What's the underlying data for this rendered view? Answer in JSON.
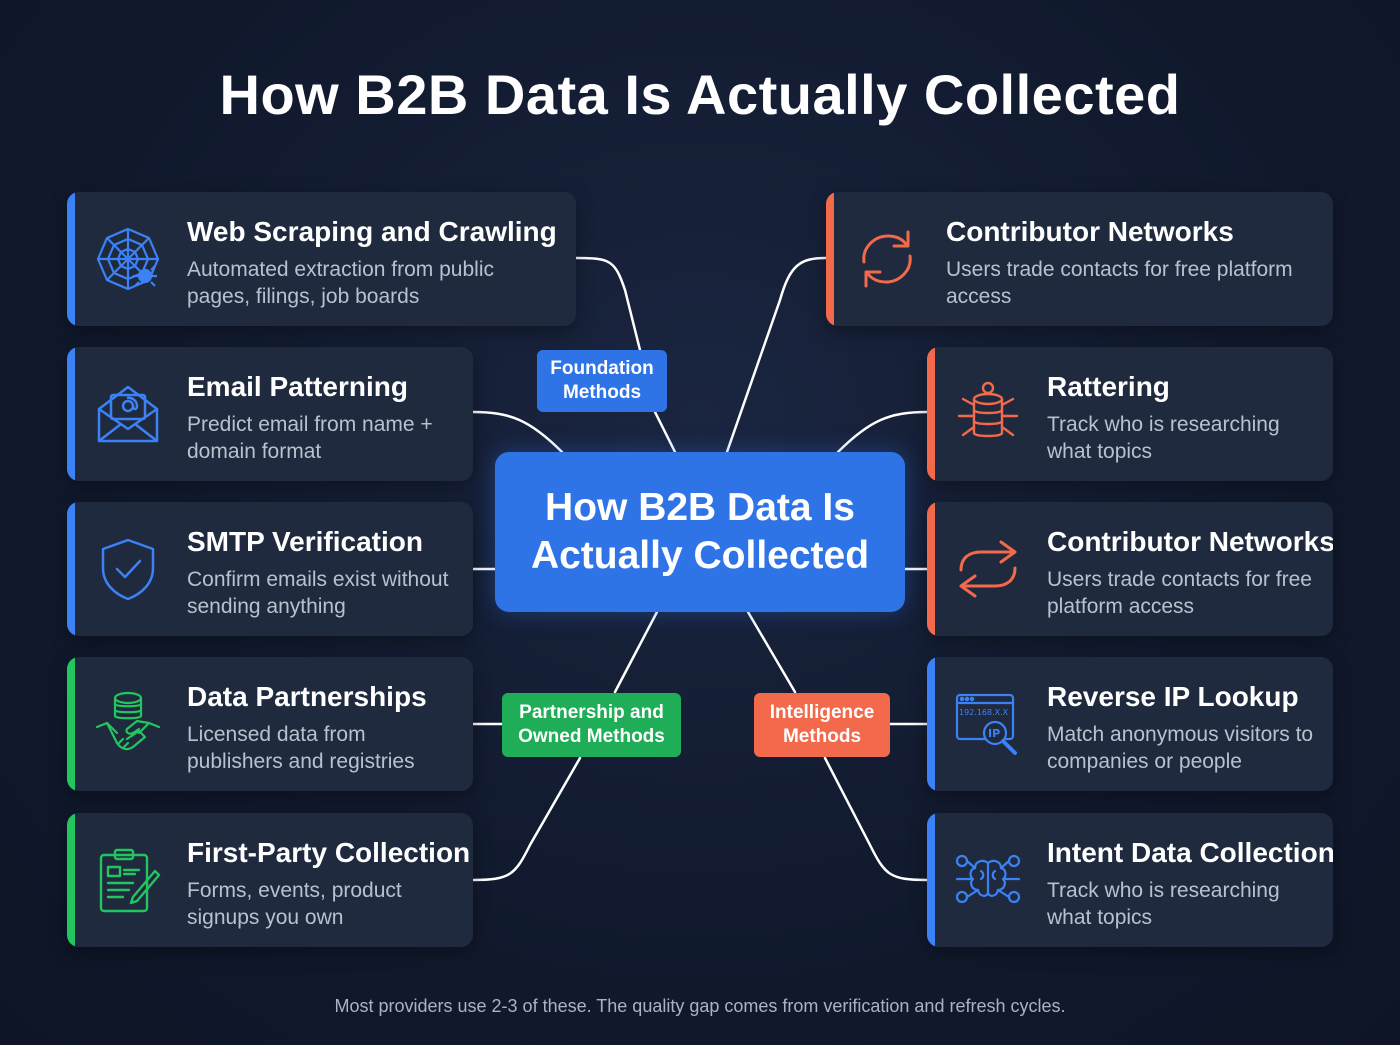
{
  "title": "How B2B Data Is Actually Collected",
  "center": {
    "label": "How B2B Data Is Actually Collected"
  },
  "groups": {
    "foundation": "Foundation Methods",
    "partnership": "Partnership and Owned Methods",
    "intelligence": "Intelligence Methods"
  },
  "left_cards": [
    {
      "title": "Web Scraping and Crawling",
      "desc": "Automated extraction from public pages, filings, job boards",
      "icon": "spider-web-icon",
      "accent": "#3b82f6"
    },
    {
      "title": "Email Patterning",
      "desc": "Predict email from name + domain format",
      "icon": "email-envelope-icon",
      "accent": "#3b82f6"
    },
    {
      "title": "SMTP Verification",
      "desc": "Confirm emails exist without sending anything",
      "icon": "shield-check-icon",
      "accent": "#3b82f6"
    },
    {
      "title": "Data Partnerships",
      "desc": "Licensed data from publishers and registries",
      "icon": "database-handshake-icon",
      "accent": "#22c55e"
    },
    {
      "title": "First-Party Collection",
      "desc": "Forms, events, product signups you own",
      "icon": "clipboard-pen-icon",
      "accent": "#22c55e"
    }
  ],
  "right_cards": [
    {
      "title": "Contributor Networks",
      "desc": "Users trade contacts for free platform access",
      "icon": "refresh-cycle-icon",
      "accent": "#f26a4b"
    },
    {
      "title": "Rattering",
      "desc": "Track who is researching what topics",
      "icon": "database-bug-icon",
      "accent": "#f26a4b"
    },
    {
      "title": "Contributor Networks",
      "desc": "Users trade contacts for free platform access",
      "icon": "swap-arrows-icon",
      "accent": "#f26a4b"
    },
    {
      "title": "Reverse IP Lookup",
      "desc": "Match anonymous visitors to companies or people",
      "icon": "ip-search-icon",
      "accent": "#3b82f6",
      "icon_text": "192.168.X.X"
    },
    {
      "title": "Intent Data Collection",
      "desc": "Track who is researching what topics",
      "icon": "brain-network-icon",
      "accent": "#3b82f6"
    }
  ],
  "footer": "Most providers use 2-3 of these. The quality gap comes from verification and refresh cycles.",
  "colors": {
    "background": "#111a2e",
    "card": "#1f2a3e",
    "blue": "#3b82f6",
    "green": "#22c55e",
    "orange": "#f26a4b"
  }
}
